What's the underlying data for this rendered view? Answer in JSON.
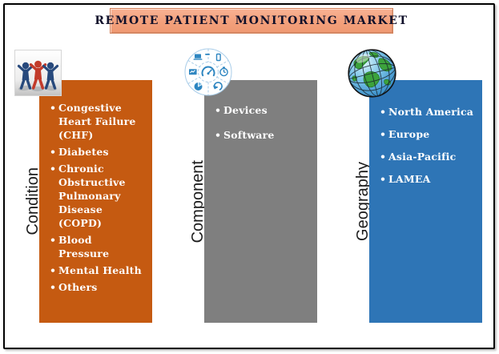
{
  "title": "REMOTE PATIENT MONITORING MARKET",
  "columns": [
    {
      "label": "Condition",
      "icon": "people-holding-hands-icon",
      "color": "#C55A11",
      "items": [
        "Congestive\nHeart Failure\n(CHF)",
        "Diabetes",
        "Chronic\nObstructive\nPulmonary\nDisease\n(COPD)",
        "Blood\nPressure",
        "Mental Health",
        "Others"
      ]
    },
    {
      "label": "Component",
      "icon": "components-wheel-icon",
      "color": "#7F7F7F",
      "items": [
        "Devices",
        "Software"
      ]
    },
    {
      "label": "Geography",
      "icon": "globe-icon",
      "color": "#2E75B6",
      "items": [
        "North America",
        "Europe",
        "Asia-Pacific",
        "LAMEA"
      ]
    }
  ],
  "colors": {
    "title_fill": "#F3A07B",
    "title_border": "#D4835C",
    "title_text": "#10102A",
    "condition_fill": "#C55A11",
    "component_fill": "#7F7F7F",
    "geography_fill": "#2E75B6",
    "item_text": "#FFFFFF",
    "label_text": "#1C1C1C",
    "frame_border": "#000000",
    "background": "#FFFFFF"
  }
}
